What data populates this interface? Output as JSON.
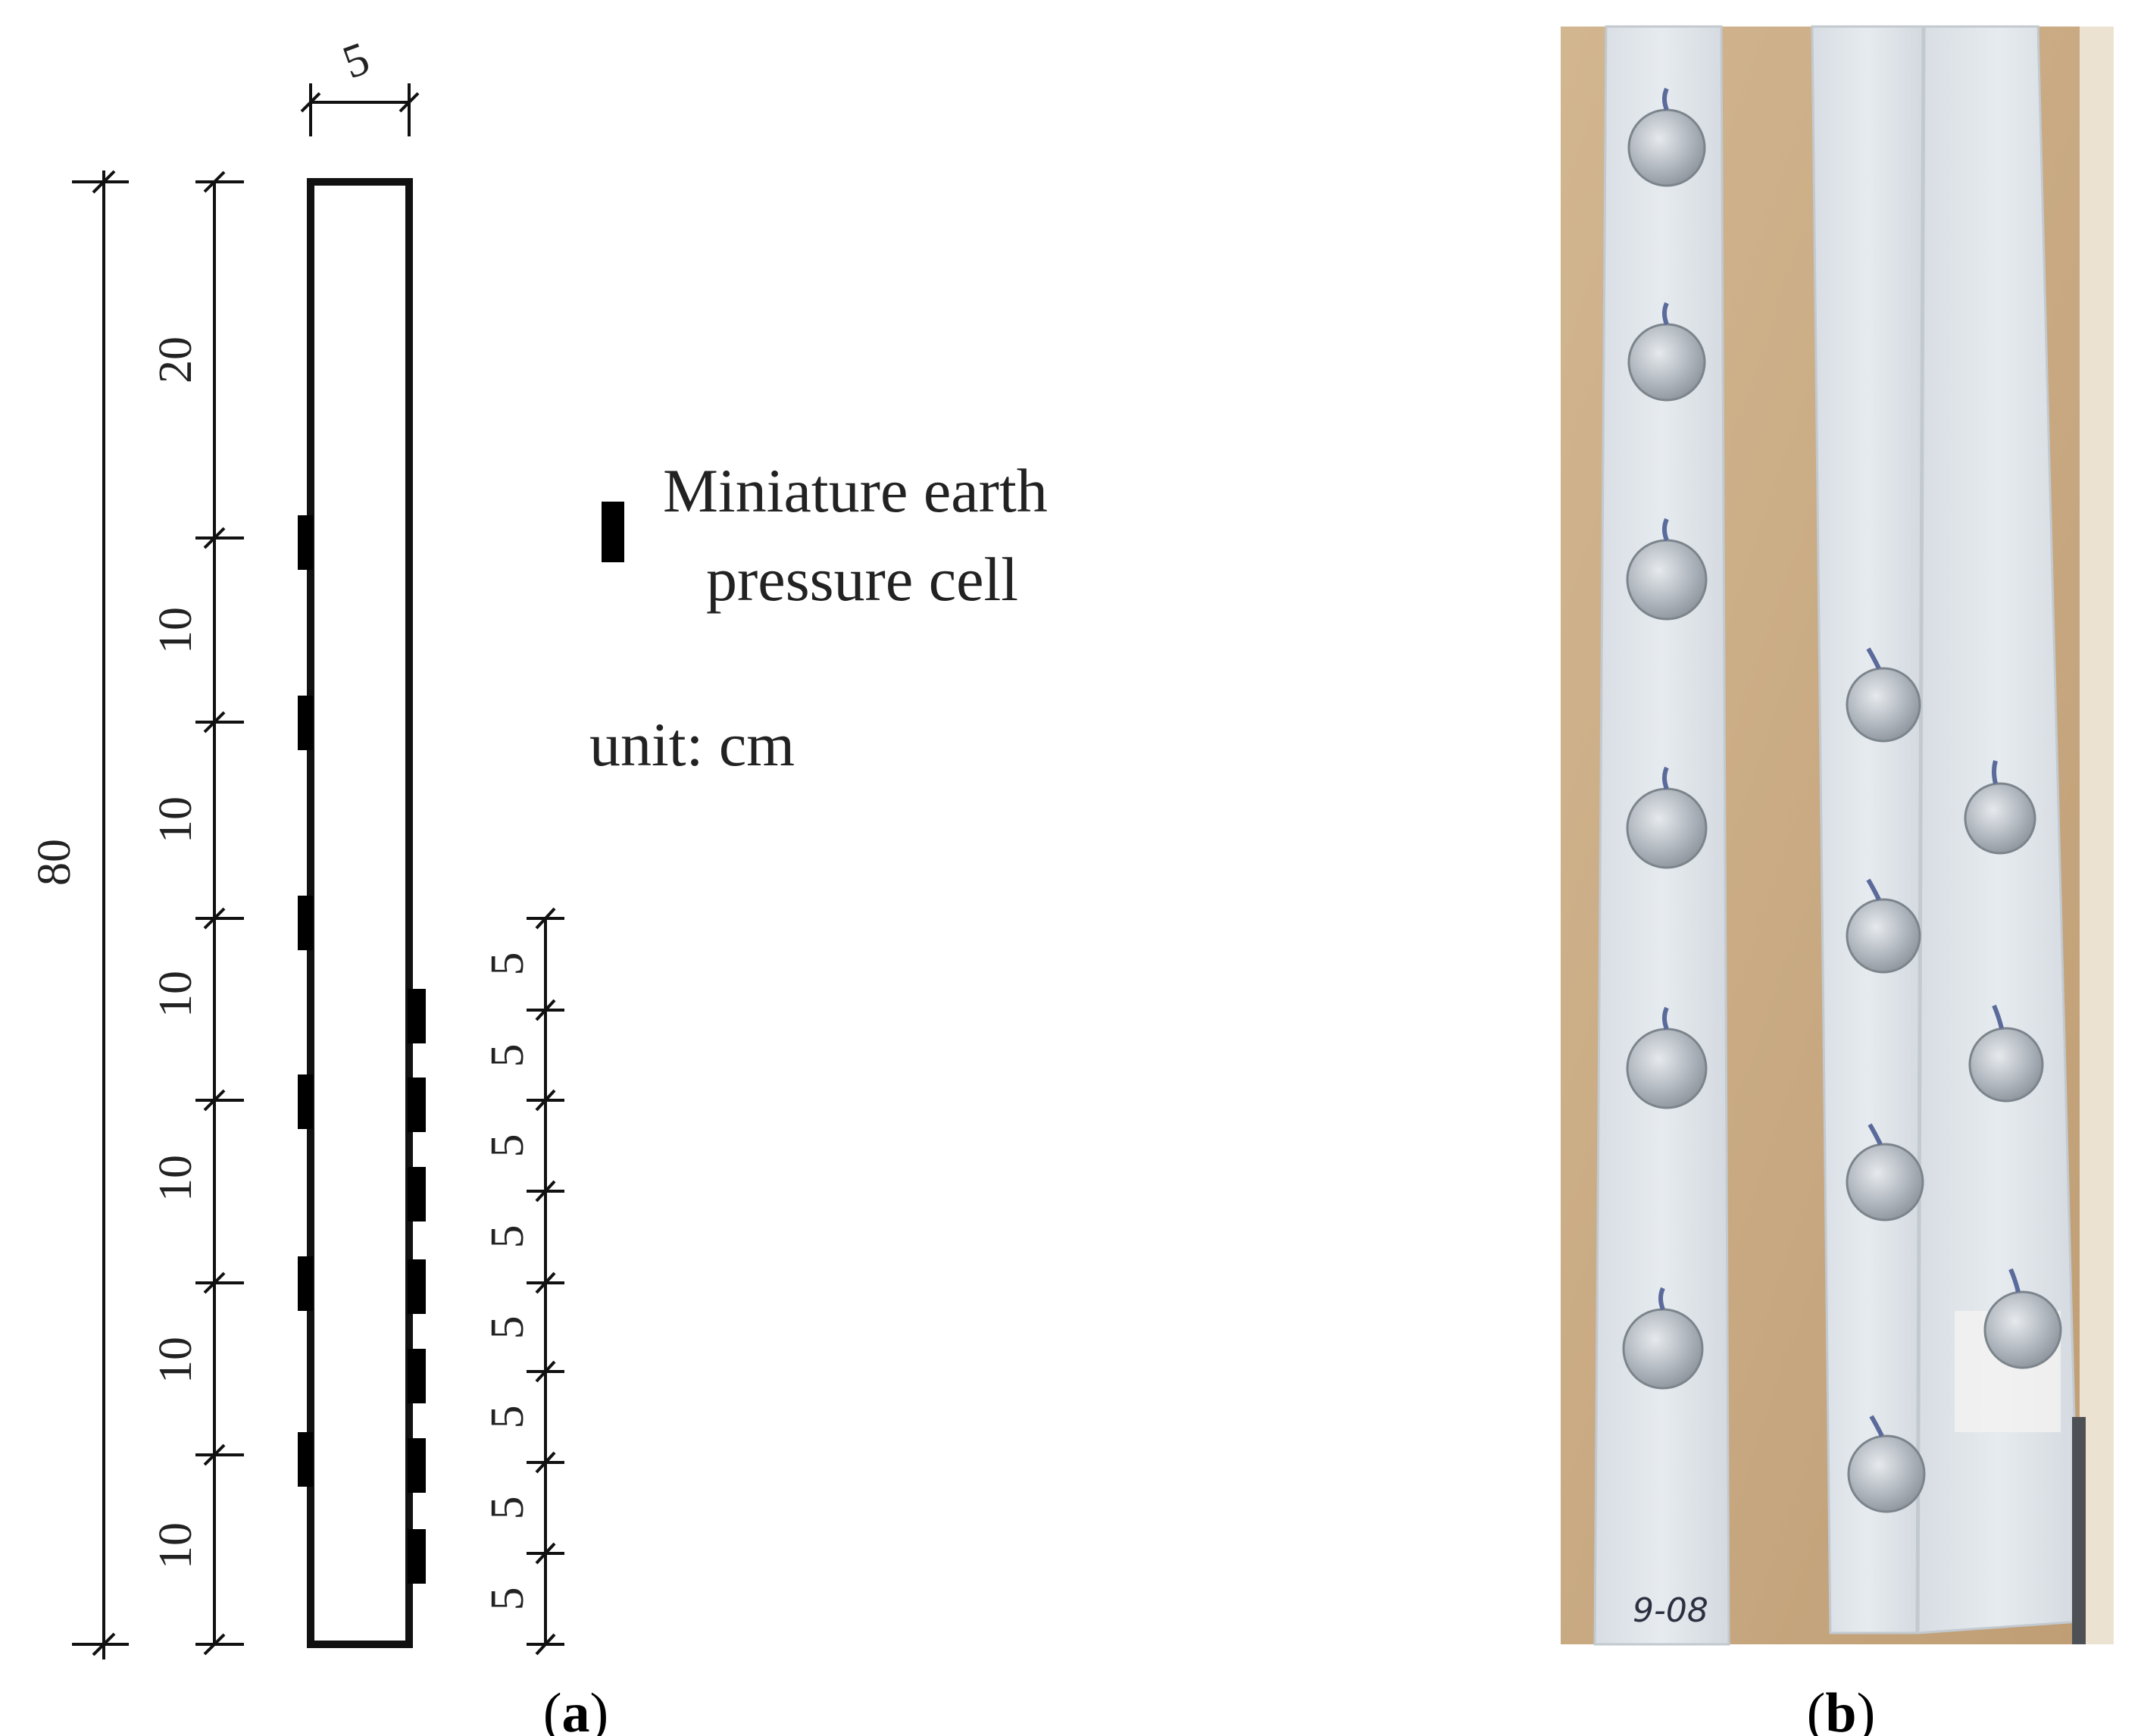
{
  "panel_a": {
    "caption_letter": "a",
    "width_label": "5",
    "total_label": "80",
    "left_dims": [
      "20",
      "10",
      "10",
      "10",
      "10",
      "10",
      "10"
    ],
    "right_dims": [
      "5",
      "5",
      "5",
      "5",
      "5",
      "5",
      "5",
      "5"
    ],
    "legend": {
      "line1": "Miniature earth",
      "line2": "pressure cell"
    },
    "unit_label": "unit: cm"
  },
  "panel_b": {
    "caption_letter": "b",
    "board_note": "9-08",
    "colors": {
      "background": "#c9ab86",
      "board": "#dfe5ea",
      "cell": "#b9bfc5"
    }
  }
}
